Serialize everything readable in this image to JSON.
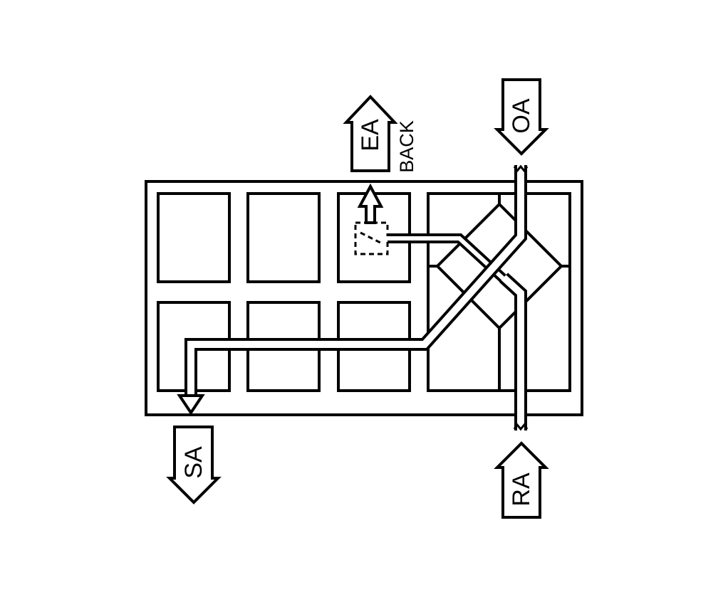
{
  "labels": {
    "ea": "EA",
    "back": "BACK",
    "oa": "OA",
    "sa": "SA",
    "ra": "RA"
  },
  "colors": {
    "stroke": "#000000",
    "background": "#ffffff"
  }
}
